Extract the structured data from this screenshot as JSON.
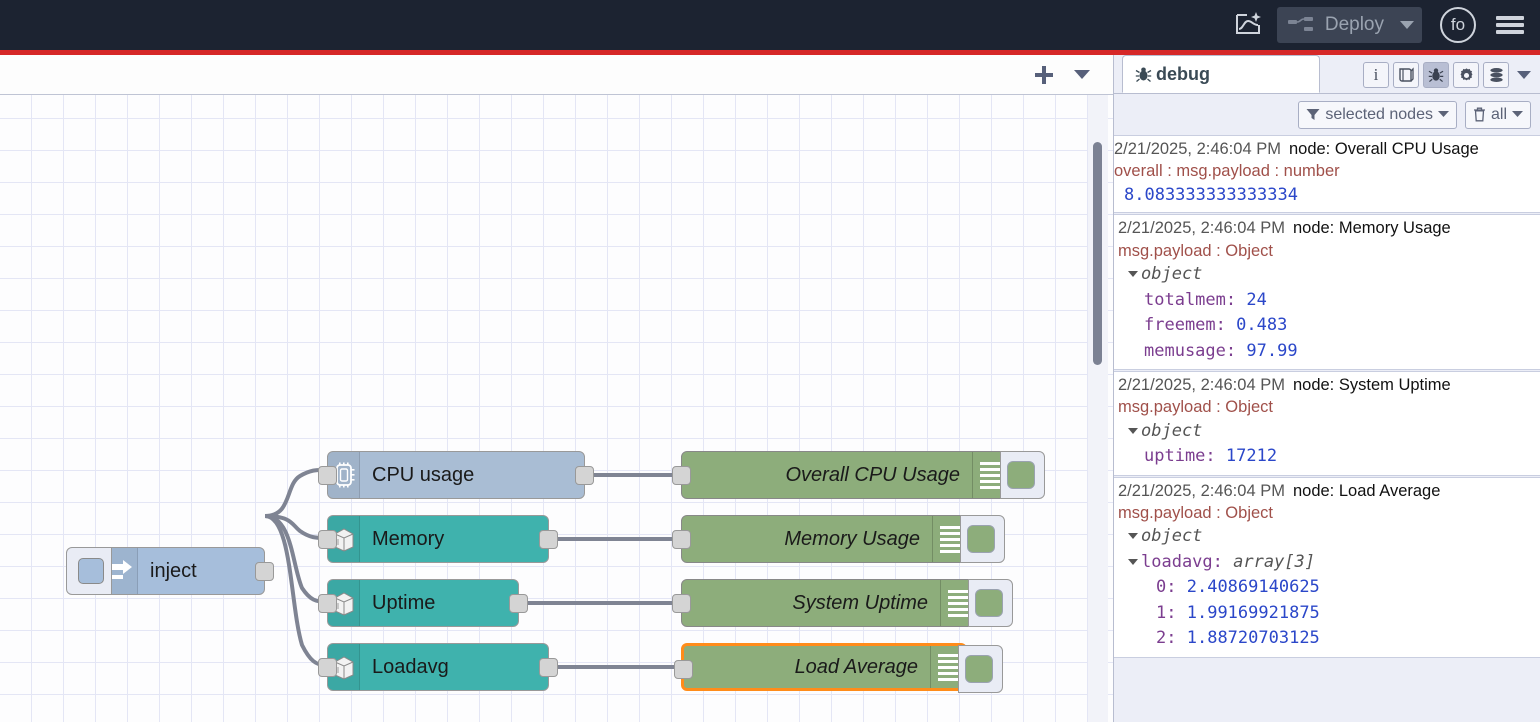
{
  "header": {
    "ai_icon": "ai-sparkle-icon",
    "deploy_label": "Deploy",
    "deploy_icon": "deploy-nodes-icon",
    "deploy_caret": "chevron-down-icon",
    "avatar_initials": "fo",
    "menu_icon": "hamburger-menu-icon",
    "background_color": "#1c2331",
    "accent_stripe_color": "#d62828"
  },
  "workspace": {
    "tabbar": {
      "add_icon": "plus-icon",
      "menu_icon": "chevron-down-icon"
    },
    "canvas": {
      "grid_size": 32,
      "grid_color": "#e4e6f5",
      "scrollbar": "vertical-scrollbar"
    },
    "nodes": [
      {
        "id": "inject",
        "label": "inject",
        "icon": "arrow-right-icon",
        "color": "#a6bedb",
        "kind": "inject"
      },
      {
        "id": "cpu",
        "label": "CPU usage",
        "icon": "cpu-chip-icon",
        "color": "#a9bdd4",
        "kind": "source"
      },
      {
        "id": "memory",
        "label": "Memory",
        "icon": "server-box-icon",
        "color": "#3fb2ad",
        "kind": "source"
      },
      {
        "id": "uptime",
        "label": "Uptime",
        "icon": "server-box-icon",
        "color": "#3fb2ad",
        "kind": "source"
      },
      {
        "id": "loadavg",
        "label": "Loadavg",
        "icon": "server-box-icon",
        "color": "#3fb2ad",
        "kind": "source"
      }
    ],
    "debug_nodes": [
      {
        "id": "dcpu",
        "label": "Overall CPU Usage",
        "color": "#8dad7b",
        "selected": false
      },
      {
        "id": "dmem",
        "label": "Memory Usage",
        "color": "#8dad7b",
        "selected": false
      },
      {
        "id": "duptime",
        "label": "System Uptime",
        "color": "#8dad7b",
        "selected": false
      },
      {
        "id": "dload",
        "label": "Load Average",
        "color": "#8dad7b",
        "selected": true,
        "selection_color": "#ff8c1a"
      }
    ]
  },
  "sidebar": {
    "tab_label": "debug",
    "tab_icon": "bug-icon",
    "tools": [
      {
        "name": "info-icon",
        "glyph": "i",
        "active": false
      },
      {
        "name": "library-book-icon",
        "glyph": "book",
        "active": false
      },
      {
        "name": "bug-icon",
        "glyph": "bug",
        "active": true
      },
      {
        "name": "gear-icon",
        "glyph": "gear",
        "active": false
      },
      {
        "name": "context-data-icon",
        "glyph": "stack",
        "active": false
      }
    ],
    "tools_caret": "chevron-down-icon",
    "filter": {
      "icon": "filter-icon",
      "label": "selected nodes",
      "caret": "chevron-down-icon"
    },
    "clear": {
      "icon": "trash-icon",
      "label": "all",
      "caret": "chevron-down-icon"
    },
    "messages": [
      {
        "timestamp": "2/21/2025, 2:46:04 PM",
        "node_prefix": "node:",
        "node_name": "Overall CPU Usage",
        "topic": "overall : msg.payload : number",
        "type": "scalar",
        "value": "8.083333333333334"
      },
      {
        "timestamp": "2/21/2025, 2:46:04 PM",
        "node_prefix": "node:",
        "node_name": "Memory Usage",
        "topic": "msg.payload : Object",
        "type": "object",
        "root_label": "object",
        "properties": [
          {
            "key": "totalmem",
            "value": "24"
          },
          {
            "key": "freemem",
            "value": "0.483"
          },
          {
            "key": "memusage",
            "value": "97.99"
          }
        ]
      },
      {
        "timestamp": "2/21/2025, 2:46:04 PM",
        "node_prefix": "node:",
        "node_name": "System Uptime",
        "topic": "msg.payload : Object",
        "type": "object",
        "root_label": "object",
        "properties": [
          {
            "key": "uptime",
            "value": "17212"
          }
        ]
      },
      {
        "timestamp": "2/21/2025, 2:46:04 PM",
        "node_prefix": "node:",
        "node_name": "Load Average",
        "topic": "msg.payload : Object",
        "type": "array-object",
        "root_label": "object",
        "array_key": "loadavg",
        "array_type": "array[3]",
        "items": [
          {
            "key": "0",
            "value": "2.40869140625"
          },
          {
            "key": "1",
            "value": "1.99169921875"
          },
          {
            "key": "2",
            "value": "1.88720703125"
          }
        ]
      }
    ]
  }
}
